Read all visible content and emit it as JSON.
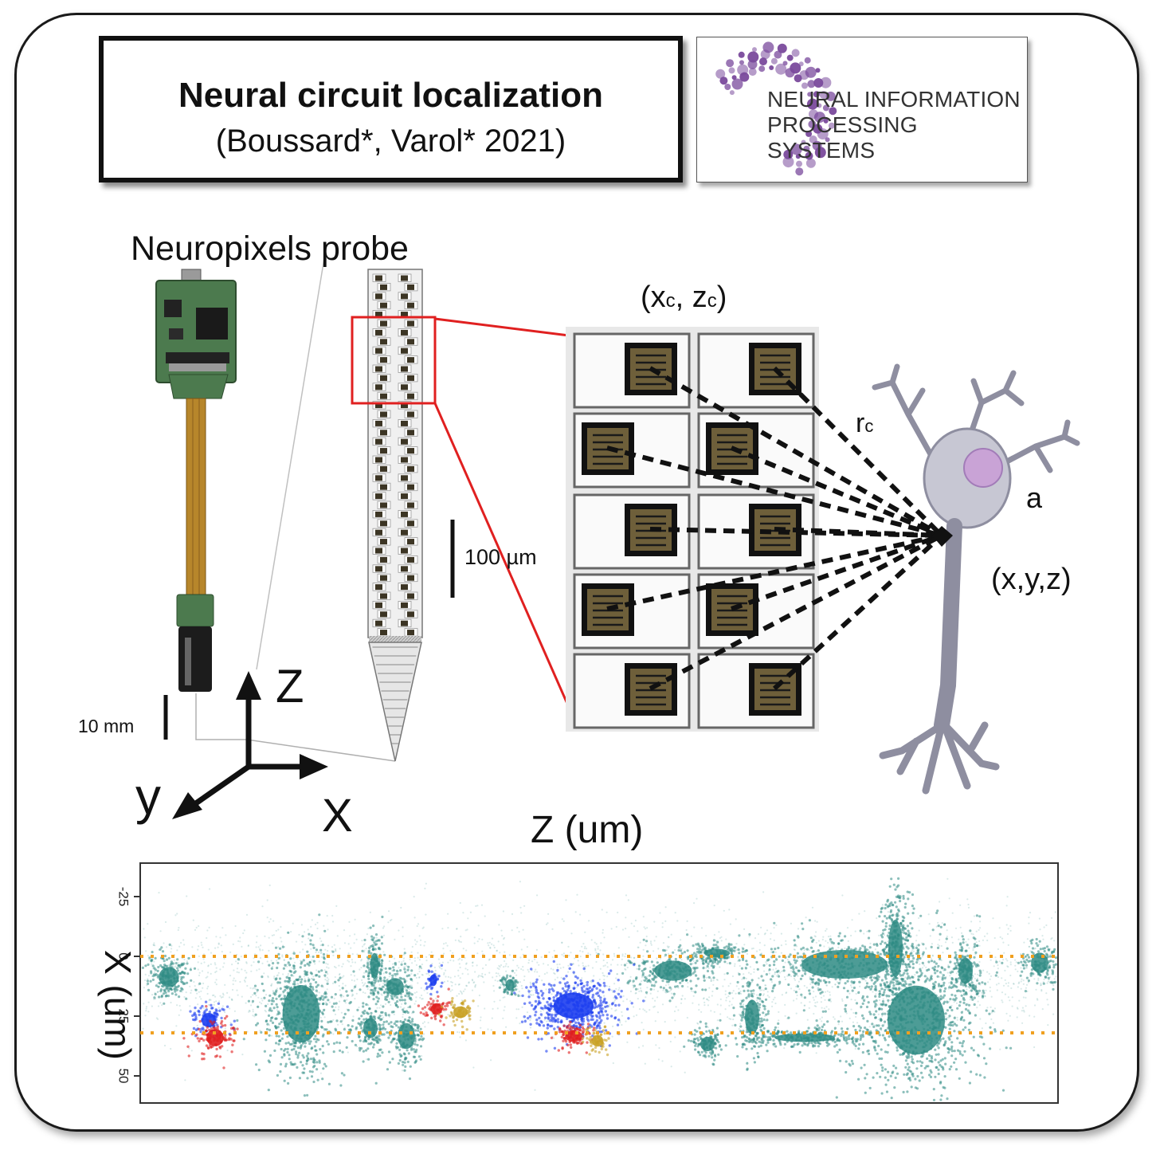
{
  "header": {
    "title": "Neural circuit localization",
    "subtitle": "(Boussard*, Varol* 2021)"
  },
  "logo": {
    "line1": "NEURAL INFORMATION",
    "line2": "PROCESSING SYSTEMS",
    "color": "#7a4a9c"
  },
  "probe": {
    "label": "Neuropixels probe",
    "scale_small": "10 mm",
    "scale_large": "100 µm"
  },
  "axes3d": {
    "z": "Z",
    "x": "X",
    "y": "y"
  },
  "electrode_detail": {
    "center_label": "(x",
    "center_sub1": "c",
    "center_mid": ", z",
    "center_sub2": "c",
    "center_close": ")",
    "distance_label": "r",
    "distance_sub": "c"
  },
  "neuron": {
    "amplitude_label": "a",
    "position_label": "(x,y,z)"
  },
  "scatter": {
    "xlabel": "Z (um)",
    "ylabel": "X (um)",
    "yticks": [
      "-25",
      "0",
      "25",
      "50"
    ],
    "colors": {
      "main": "#2e8b84",
      "blue": "#1e3ff0",
      "red": "#e01e1e",
      "gold": "#c9a227",
      "guide": "#f0a020"
    }
  },
  "chart_data": {
    "type": "scatter",
    "xlabel": "Z (um)",
    "ylabel": "X (um)",
    "yticks": [
      -25,
      0,
      25,
      50
    ],
    "ylim": [
      -40,
      61
    ],
    "guide_lines_y": [
      0,
      32
    ],
    "clusters": [
      {
        "color": "teal",
        "center": [
          160,
          9
        ]
      },
      {
        "color": "teal",
        "center": [
          1130,
          28
        ]
      },
      {
        "color": "blue",
        "center": [
          520,
          22
        ]
      },
      {
        "color": "blue",
        "center": [
          87,
          25
        ]
      },
      {
        "color": "red",
        "center": [
          91,
          34
        ]
      },
      {
        "color": "red",
        "center": [
          540,
          36
        ]
      },
      {
        "color": "gold",
        "center": [
          560,
          38
        ]
      },
      {
        "color": "gold",
        "center": [
          403,
          24
        ]
      },
      {
        "color": "red",
        "center": [
          373,
          22
        ]
      }
    ]
  }
}
